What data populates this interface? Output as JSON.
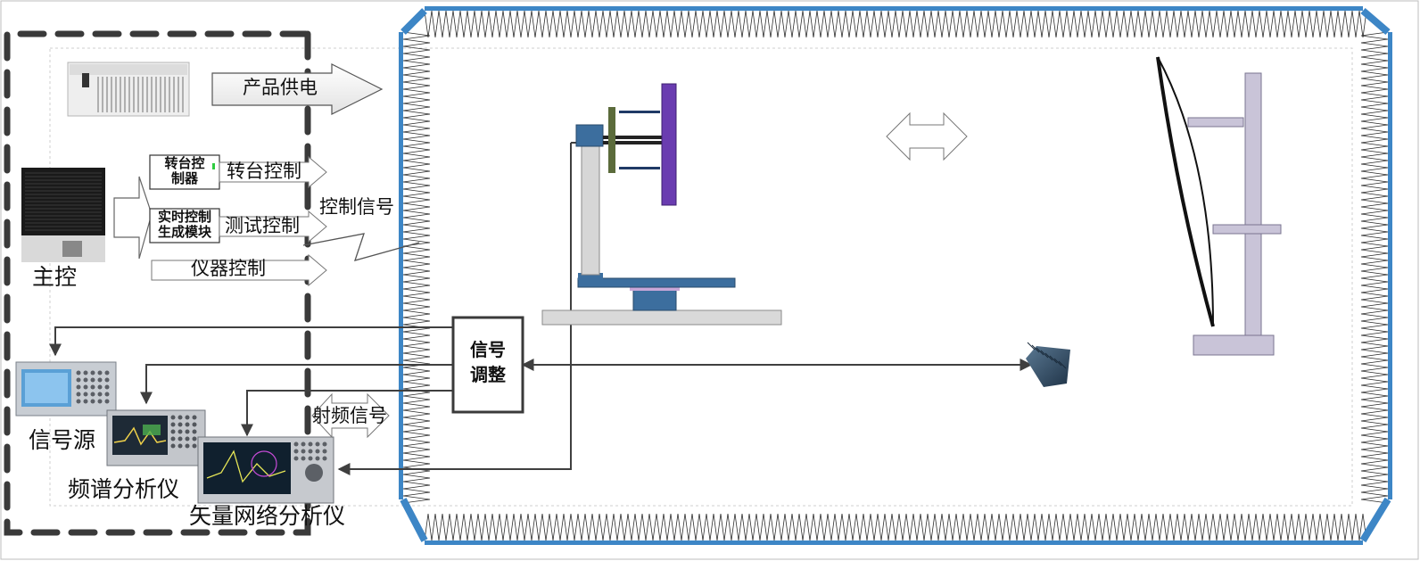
{
  "labels": {
    "product_power": "产品供电",
    "turntable_control": "转台控制",
    "test_control": "测试控制",
    "instrument_control": "仪器控制",
    "control_signal": "控制信号",
    "turntable_controller_line1": "转台控",
    "turntable_controller_line2": "制器",
    "rt_module_line1": "实时控制",
    "rt_module_line2": "生成模块",
    "main_control": "主控",
    "signal_adjust_line1": "信号",
    "signal_adjust_line2": "调整",
    "signal_source": "信号源",
    "spectrum_analyzer": "频谱分析仪",
    "vna": "矢量网络分析仪",
    "rf_signal": "射频信号"
  },
  "colors": {
    "absorber_blue": "#3d86c6",
    "absorber_spike": "#2b2b2b",
    "dashed_border": "#3a3a3a",
    "positioner_blue": "#3c6e9e",
    "positioner_gray": "#d6d6d6",
    "panel_purple": "#6a3cb0",
    "reflector_frame": "#c9c4d8",
    "connector_line": "#3f3f3f"
  }
}
